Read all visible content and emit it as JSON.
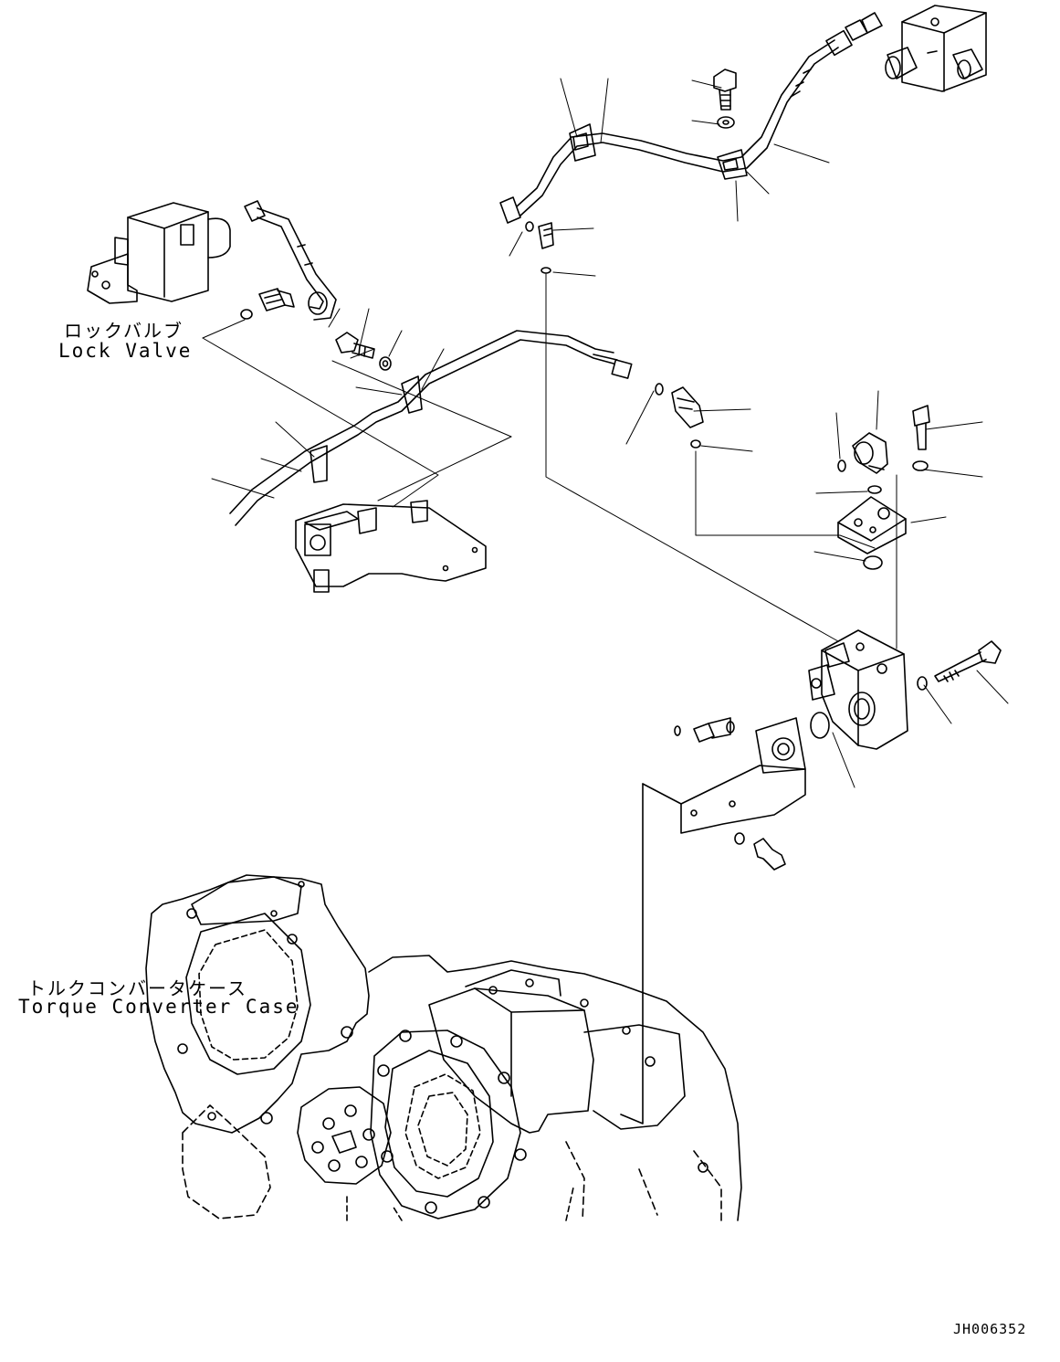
{
  "labels": {
    "lock_valve_jp": "ロックバルブ",
    "lock_valve_en": "Lock Valve",
    "torque_case_jp": "トルクコンバータケース",
    "torque_case_en": "Torque Converter Case",
    "drawing_code": "JH006352"
  },
  "colors": {
    "line": "#000000",
    "background": "#ffffff"
  }
}
